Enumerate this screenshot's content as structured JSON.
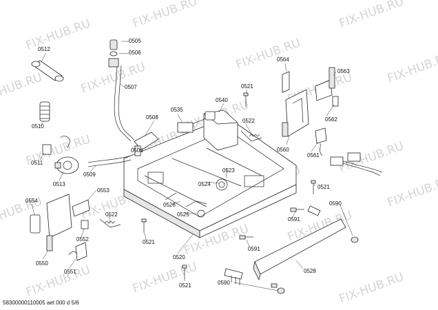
{
  "watermark": {
    "text": "FIX-HUB.RU"
  },
  "footer": {
    "code": "58300000110005 aet 000 d 5/6"
  },
  "callouts": [
    "0505",
    "0506",
    "0507",
    "0512",
    "0564",
    "0563",
    "0521",
    "0540",
    "0535",
    "0508",
    "0510",
    "0522",
    "0562",
    "0560",
    "0561",
    "0511",
    "0506",
    "0509",
    "0513",
    "0523",
    "0524",
    "0521",
    "0553",
    "0554",
    "0522",
    "0526",
    "0525",
    "0590",
    "0591",
    "0521",
    "0552",
    "0591",
    "0550",
    "0551",
    "0520",
    "0528",
    "0590",
    "0521"
  ]
}
